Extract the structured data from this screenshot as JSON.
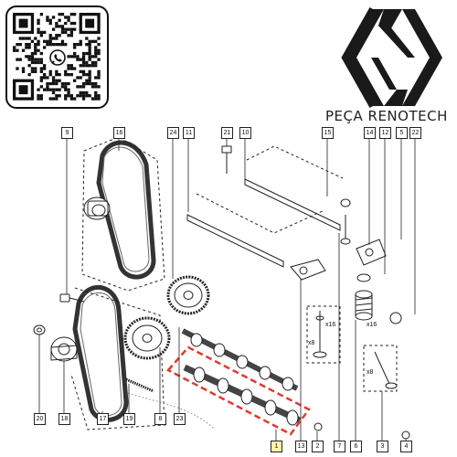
{
  "brand": {
    "name": "PEÇA RENOTECH",
    "logo": "renault-diamond-logo"
  },
  "qr": {
    "icon": "whatsapp-icon"
  },
  "colors": {
    "highlight": "#e03a2f",
    "line": "#222222"
  },
  "part_labels": {
    "p1": "1",
    "p2": "2",
    "p3": "3",
    "p4": "4",
    "p5": "5",
    "p6": "6",
    "p7": "7",
    "p8": "8",
    "p9": "9",
    "p10": "10",
    "p11": "11",
    "p12": "12",
    "p13": "13",
    "p14": "14",
    "p15": "15",
    "p16": "16",
    "p17": "17",
    "p18": "18",
    "p19": "19",
    "p20": "20",
    "p21": "21",
    "p22": "22",
    "p23": "23",
    "p24": "24"
  },
  "quantities": {
    "x16_left": "x16",
    "x8_left": "x8",
    "x16_right": "x16",
    "x8_right": "x8"
  }
}
